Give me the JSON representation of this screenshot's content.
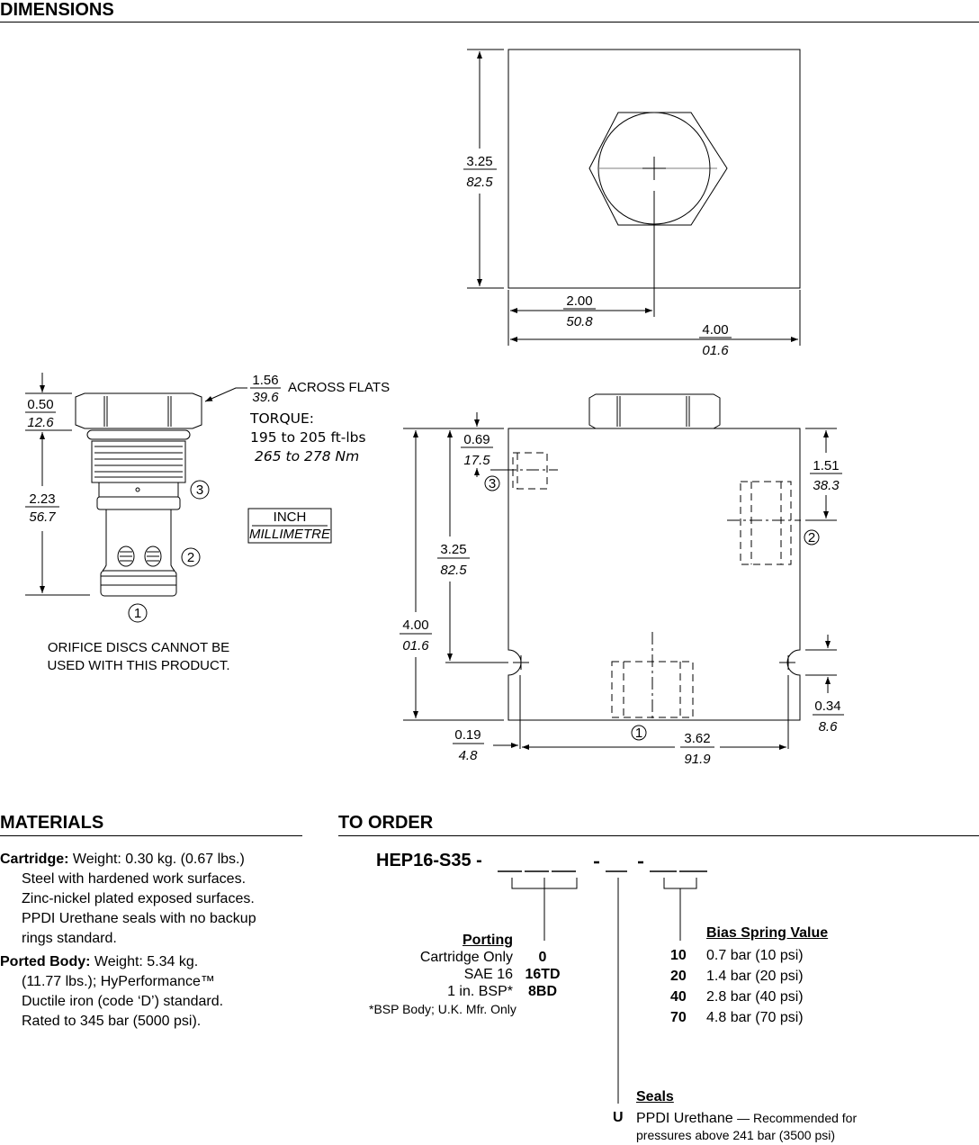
{
  "sections": {
    "dimensions": "DIMENSIONS",
    "materials": "MATERIALS",
    "to_order": "TO ORDER"
  },
  "top_view": {
    "height": {
      "inch": "3.25",
      "mm": "82.5"
    },
    "center": {
      "inch": "2.00",
      "mm": "50.8"
    },
    "width": {
      "inch": "4.00",
      "mm": "01.6"
    }
  },
  "cartridge": {
    "nut_height": {
      "inch": "0.50",
      "mm": "12.6"
    },
    "body_length": {
      "inch": "2.23",
      "mm": "56.7"
    },
    "across_flats": {
      "inch": "1.56",
      "mm": "39.6",
      "label": "ACROSS FLATS"
    },
    "torque_label": "TORQUE:",
    "torque_ftlbs": "195 to 205 ft-lbs",
    "torque_nm": "265 to 278 Nm",
    "ports": [
      "1",
      "2",
      "3"
    ],
    "units_legend": {
      "top": "INCH",
      "bottom": "MILLIMETRE"
    },
    "note_line1": "ORIFICE DISCS CANNOT BE",
    "note_line2": "USED WITH THIS PRODUCT."
  },
  "side_view": {
    "port3_depth": {
      "inch": "0.69",
      "mm": "17.5"
    },
    "mount_height": {
      "inch": "3.25",
      "mm": "82.5"
    },
    "total_height": {
      "inch": "4.00",
      "mm": "01.6"
    },
    "port2_depth": {
      "inch": "1.51",
      "mm": "38.3"
    },
    "hole_offset": {
      "inch": "0.34",
      "mm": "8.6"
    },
    "hole_edge": {
      "inch": "0.19",
      "mm": "4.8"
    },
    "hole_spacing": {
      "inch": "3.62",
      "mm": "91.9"
    }
  },
  "materials": {
    "cartridge_label": "Cartridge:",
    "cartridge_lines": [
      "Weight: 0.30 kg. (0.67 lbs.)",
      "Steel with hardened work surfaces.",
      "Zinc-nickel plated exposed surfaces.",
      "PPDI Urethane seals with no backup",
      "rings standard."
    ],
    "body_label": "Ported Body:",
    "body_lines": [
      "Weight: 5.34 kg.",
      "(11.77 lbs.); HyPerformance™",
      "Ductile iron (code ‘D’) standard.",
      "Rated to 345 bar (5000 psi)."
    ]
  },
  "order": {
    "model": "HEP16-S35 -",
    "porting_title": "Porting",
    "porting": [
      {
        "label": "Cartridge Only",
        "code": "0"
      },
      {
        "label": "SAE 16",
        "code": "16TD"
      },
      {
        "label": "1 in. BSP*",
        "code": "8BD"
      }
    ],
    "porting_note": "*BSP Body; U.K. Mfr. Only",
    "bias_title": "Bias Spring Value",
    "bias": [
      {
        "code": "10",
        "label": "0.7 bar (10 psi)"
      },
      {
        "code": "20",
        "label": "1.4 bar (20 psi)"
      },
      {
        "code": "40",
        "label": "2.8 bar (40 psi)"
      },
      {
        "code": "70",
        "label": "4.8 bar (70 psi)"
      }
    ],
    "seals_title": "Seals",
    "seals_code": "U",
    "seals_label": "PPDI Urethane",
    "seals_note1": "— Recommended for",
    "seals_note2": "pressures above 241 bar (3500 psi)"
  }
}
